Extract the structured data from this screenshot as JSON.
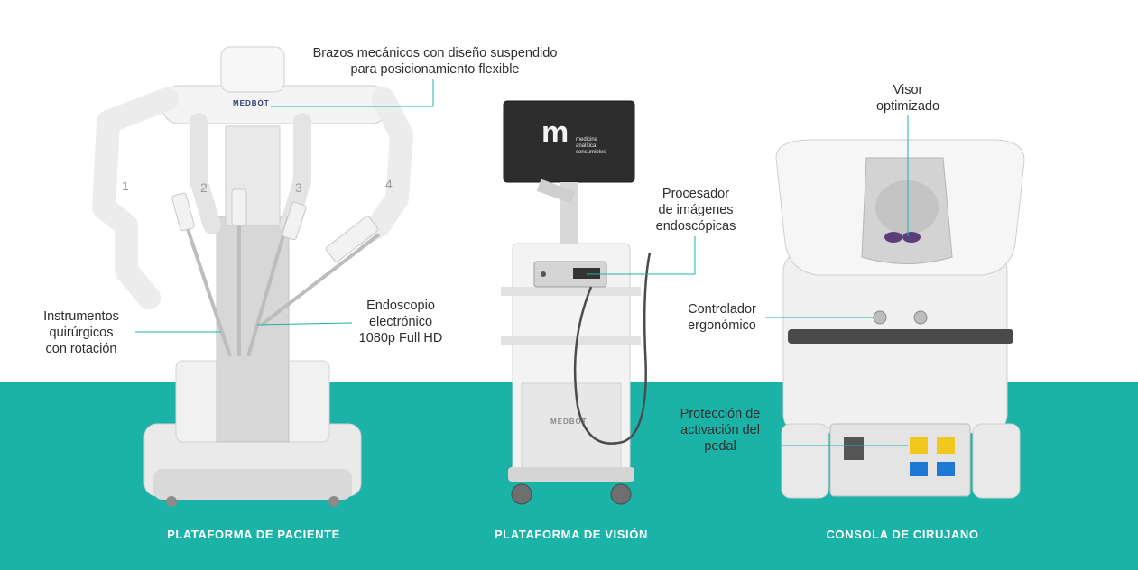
{
  "colors": {
    "teal_band": "#1bb3a8",
    "caption_text": "#ffffff",
    "machine_white": "#f2f2f2",
    "machine_grey": "#c9c9c9",
    "screen": "#2d2d2d",
    "leader_line": "#1bb3a8"
  },
  "callouts": {
    "arms": [
      "Brazos mecánicos con diseño suspendido",
      "para posicionamiento flexible"
    ],
    "instruments": [
      "Instrumentos",
      "quirúrgicos",
      "con rotación"
    ],
    "endoscope": [
      "Endoscopio",
      "electrónico",
      "1080p Full HD"
    ],
    "processor": [
      "Procesador",
      "de imágenes",
      "endoscópicas"
    ],
    "viewer": [
      "Visor",
      "optimizado"
    ],
    "controller": [
      "Controlador",
      "ergonómico"
    ],
    "pedal": [
      "Protección de",
      "activación del",
      "pedal"
    ]
  },
  "captions": {
    "patient": "PLATAFORMA DE PACIENTE",
    "vision": "PLATAFORMA DE VISIÓN",
    "console": "CONSOLA DE CIRUJANO"
  },
  "device_text": {
    "monitor_logo": "m",
    "monitor_lines": [
      "medicina",
      "analítica",
      "consumibles"
    ],
    "brand": "MEDBOT",
    "arm_numbers": [
      "1",
      "2",
      "3",
      "4"
    ]
  },
  "icons": [
    "robotic-cart-illustration",
    "vision-tower-illustration",
    "surgeon-console-illustration"
  ]
}
